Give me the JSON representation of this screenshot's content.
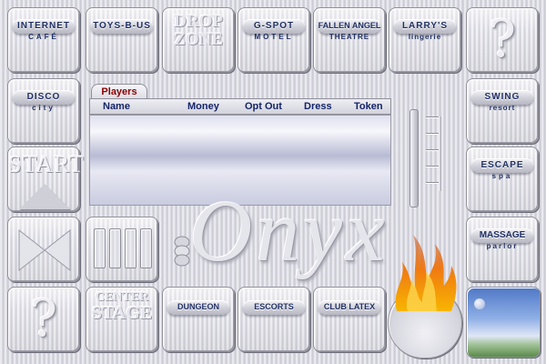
{
  "tiles": {
    "internet": {
      "line1": "INTERNET",
      "line2": "CAFÉ"
    },
    "toys": {
      "line1": "TOYS-B-US"
    },
    "dropzone": {
      "line1": "DROP",
      "line2": "ZONE"
    },
    "gspot": {
      "line1": "G-SPOT",
      "line2": "MOTEL"
    },
    "fallen_angel": {
      "line1": "FALLEN ANGEL",
      "line2": "THEATRE"
    },
    "larrys": {
      "line1": "LARRY'S",
      "line2": "lingerie"
    },
    "disco": {
      "line1": "DISCO",
      "line2": "city"
    },
    "swing": {
      "line1": "SWING",
      "line2": "resort"
    },
    "start": {
      "label": "START"
    },
    "escape": {
      "line1": "ESCAPE",
      "line2": "spa"
    },
    "massage": {
      "line1": "MASSAGE",
      "line2": "parlor"
    },
    "center_stage": {
      "line1": "CENTER",
      "line2": "STAGE"
    },
    "dungeon": {
      "line1": "DUNGEON"
    },
    "escorts": {
      "line1": "ESCORTS"
    },
    "club_latex": {
      "line1": "CLUB LATEX"
    },
    "chance_top": {
      "symbol": "?"
    },
    "chance_bottom": {
      "symbol": "?"
    }
  },
  "players_panel": {
    "tab_label": "Players",
    "columns": [
      "Name",
      "Money",
      "Opt Out",
      "Dress",
      "Token"
    ],
    "rows": []
  },
  "logo": {
    "text": "Onyx"
  },
  "icons": {
    "chance": "question-mark-icon",
    "start": "up-triangle-icon",
    "corner": "bowtie-icon",
    "jail": "bars-icon",
    "fire": "flame-icon",
    "sky": "sky-landscape-icon"
  },
  "colors": {
    "label_text": "#1e2f63",
    "tab_text": "#8b0000",
    "header_text": "#132468"
  }
}
